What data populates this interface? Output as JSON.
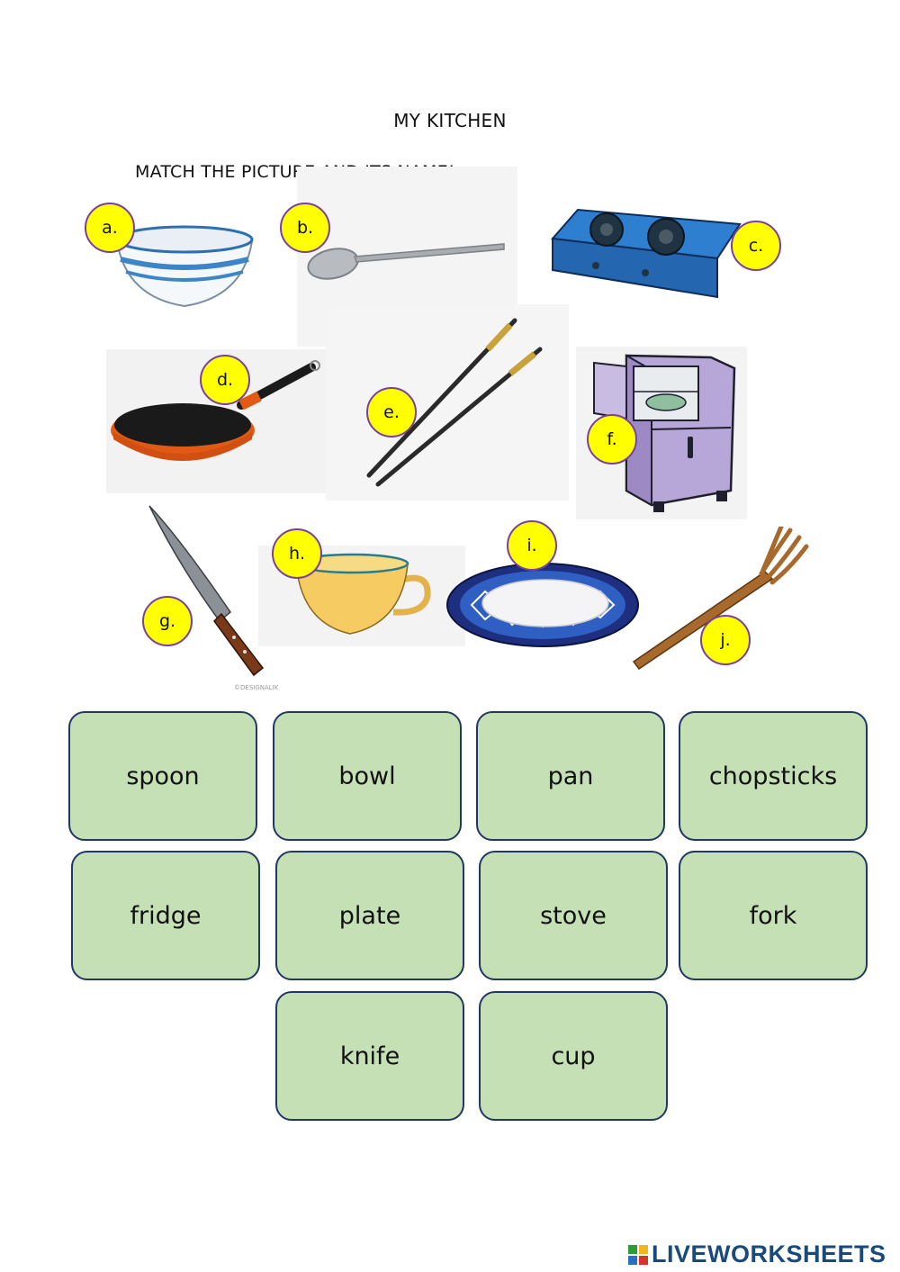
{
  "title": "MY KITCHEN",
  "instruction": "MATCH THE PICTURE AND ITS NAME!",
  "labels": [
    "a.",
    "b.",
    "c.",
    "d.",
    "e.",
    "f.",
    "g.",
    "h.",
    "i.",
    "j."
  ],
  "cards": [
    "spoon",
    "bowl",
    "pan",
    "chopsticks",
    "fridge",
    "plate",
    "stove",
    "fork",
    "knife",
    "cup"
  ],
  "watermark": "©DESIGNALIKE",
  "brand": "LIVEWORKSHEETS",
  "colors": {
    "bubble_fill": "#ffff00",
    "bubble_border": "#7a3fa0",
    "card_fill": "#c5e0b4",
    "card_border": "#1f3864",
    "brand": "#1a4a7a"
  }
}
